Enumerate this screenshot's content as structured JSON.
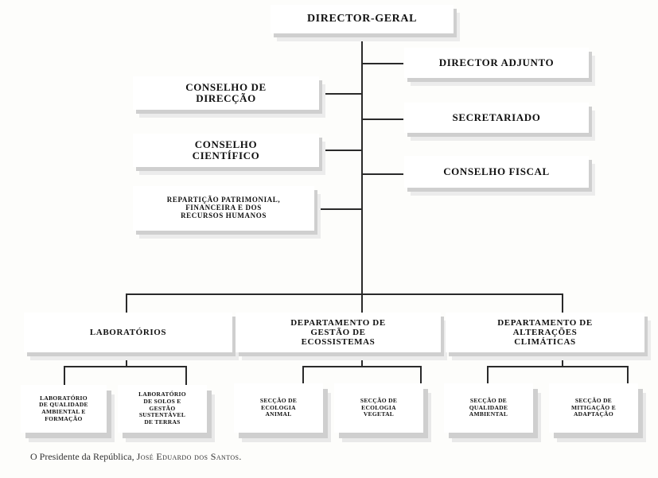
{
  "organogram": {
    "director_geral": "DIRECTOR-GERAL",
    "director_adjunto": "DIRECTOR ADJUNTO",
    "conselho_direccao": [
      "CONSELHO DE",
      "DIRECÇÃO"
    ],
    "secretariado": "SECRETARIADO",
    "conselho_cientifico": [
      "CONSELHO",
      "CIENTÍFICO"
    ],
    "conselho_fiscal": "CONSELHO FISCAL",
    "reparticao": [
      "REPARTIÇÃO PATRIMONIAL,",
      "FINANCEIRA E DOS",
      "RECURSOS HUMANOS"
    ],
    "laboratorios": "LABORATÓRIOS",
    "dep_ecossistemas": [
      "DEPARTAMENTO DE",
      "GESTÃO DE",
      "ECOSSISTEMAS"
    ],
    "dep_alteracoes": [
      "DEPARTAMENTO DE",
      "ALTERAÇÕES",
      "CLIMÁTICAS"
    ],
    "lab_qualidade": [
      "LABORATÓRIO",
      "DE QUALIDADE",
      "AMBIENTAL E",
      "FORMAÇÃO"
    ],
    "lab_solos": [
      "LABORATÓRIO",
      "DE SOLOS E",
      "GESTÃO",
      "SUSTENTÁVEL",
      "DE TERRAS"
    ],
    "seccao_eco_animal": [
      "SECÇÃO DE",
      "ECOLOGIA",
      "ANIMAL"
    ],
    "seccao_eco_vegetal": [
      "SECÇÃO DE",
      "ECOLOGIA",
      "VEGETAL"
    ],
    "seccao_qualidade": [
      "SECÇÃO DE",
      "QUALIDADE",
      "AMBIENTAL"
    ],
    "seccao_mitigacao": [
      "SECÇÃO DE",
      "MITIGAÇÃO E",
      "ADAPTAÇÃO"
    ]
  },
  "footer": {
    "text": "O Presidente da República,",
    "signatory": "José Eduardo dos Santos."
  }
}
